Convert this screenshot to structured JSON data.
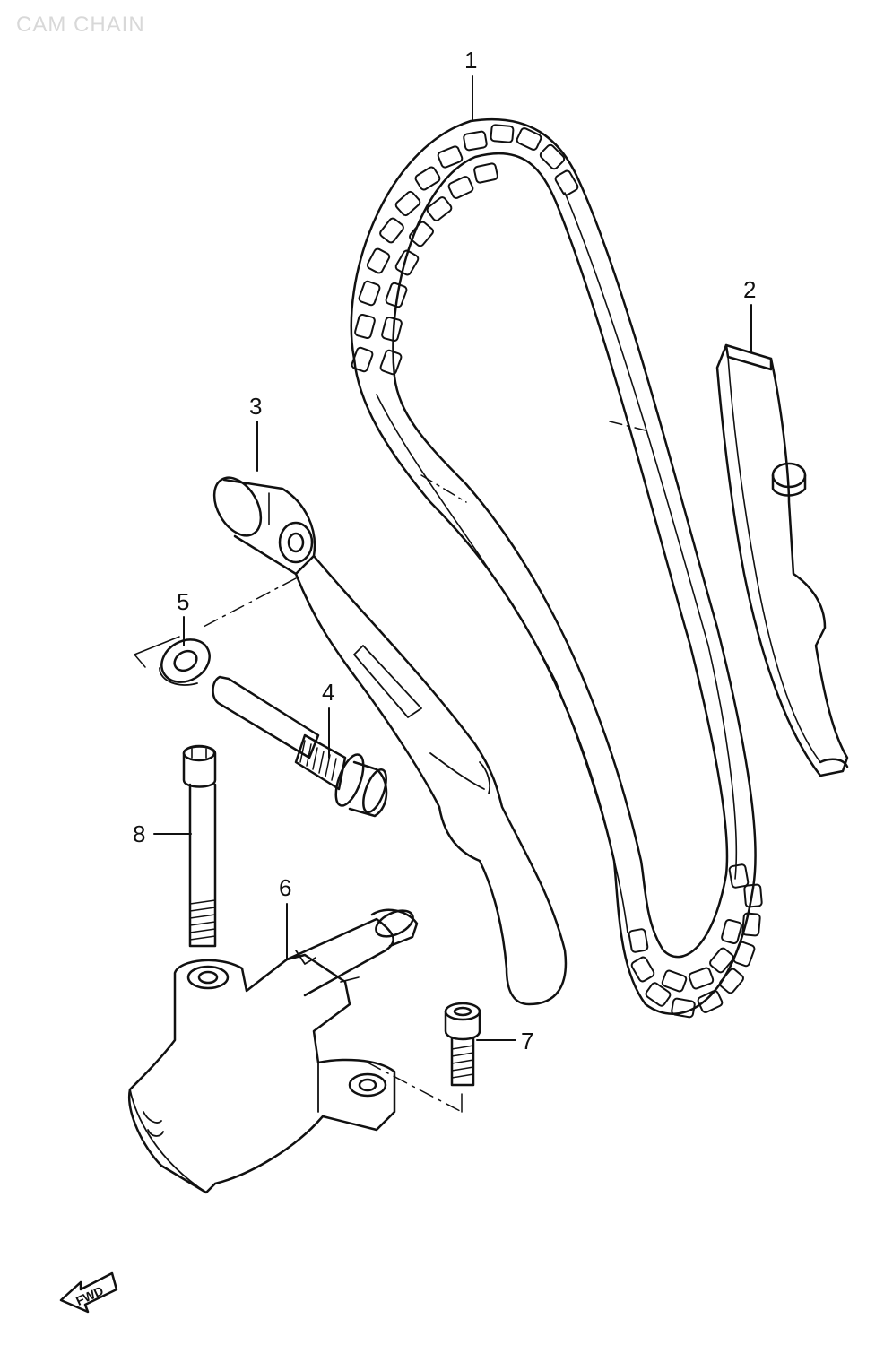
{
  "diagram": {
    "title": "CAM CHAIN",
    "fwd_label": "FWD",
    "callouts": [
      {
        "id": "1",
        "label": "1"
      },
      {
        "id": "2",
        "label": "2"
      },
      {
        "id": "3",
        "label": "3"
      },
      {
        "id": "4",
        "label": "4"
      },
      {
        "id": "5",
        "label": "5"
      },
      {
        "id": "6",
        "label": "6"
      },
      {
        "id": "7",
        "label": "7"
      },
      {
        "id": "8",
        "label": "8"
      }
    ]
  },
  "colors": {
    "ink": "#111111",
    "title": "#d8d8d8",
    "background": "#ffffff"
  }
}
